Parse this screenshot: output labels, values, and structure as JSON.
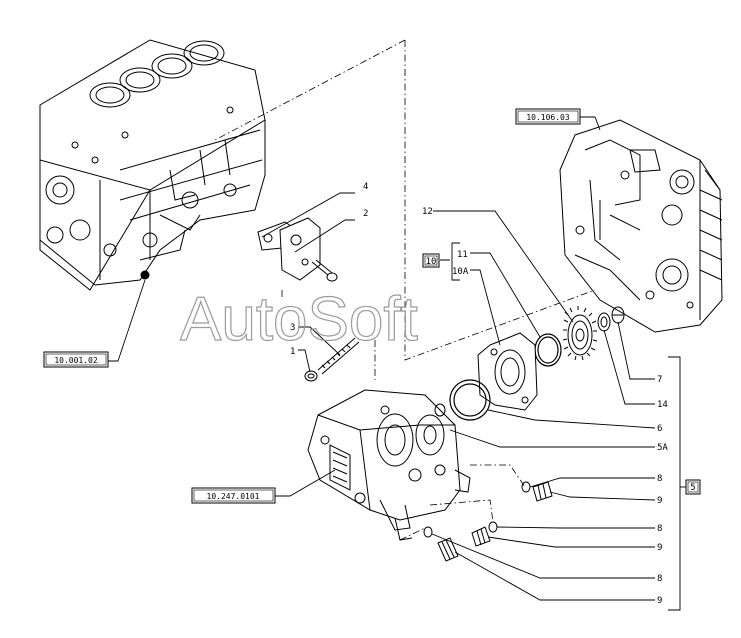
{
  "references": {
    "block": "10.001.02",
    "housing": "10.106.03",
    "pump": "10.247.0101"
  },
  "callouts": {
    "c4": "4",
    "c2": "2",
    "c12": "12",
    "c11": "11",
    "c10": "10",
    "c10a": "10A",
    "c3": "3",
    "c1": "1",
    "c7": "7",
    "c14": "14",
    "c6": "6",
    "c5a": "5A",
    "c5": "5",
    "c8a": "8",
    "c9a": "9",
    "c8b": "8",
    "c9b": "9",
    "c8c": "8",
    "c9c": "9"
  },
  "watermark": "AutoSoft"
}
